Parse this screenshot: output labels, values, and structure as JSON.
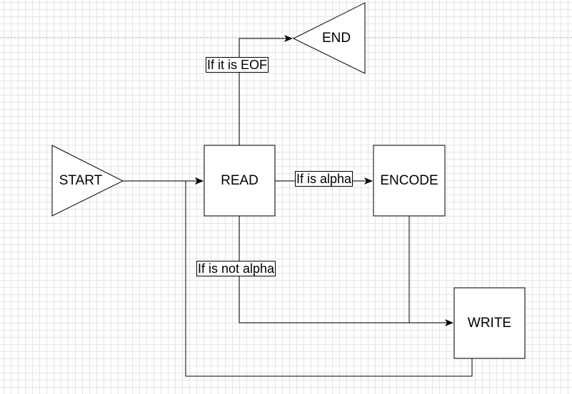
{
  "nodes": {
    "start": {
      "label": "START",
      "shape": "triangle-right"
    },
    "end": {
      "label": "END",
      "shape": "triangle-left"
    },
    "read": {
      "label": "READ",
      "shape": "rectangle"
    },
    "encode": {
      "label": "ENCODE",
      "shape": "rectangle"
    },
    "write": {
      "label": "WRITE",
      "shape": "rectangle"
    }
  },
  "edges": {
    "read_to_end": {
      "label": "If it is EOF"
    },
    "read_to_encode": {
      "label": "If is alpha"
    },
    "read_to_write": {
      "label": "If is not alpha"
    },
    "encode_to_write": {
      "label": ""
    },
    "start_to_read": {
      "label": ""
    },
    "write_to_read": {
      "label": ""
    }
  },
  "colors": {
    "stroke": "#000000",
    "grid": "#e4e4e4",
    "background": "#ffffff"
  }
}
